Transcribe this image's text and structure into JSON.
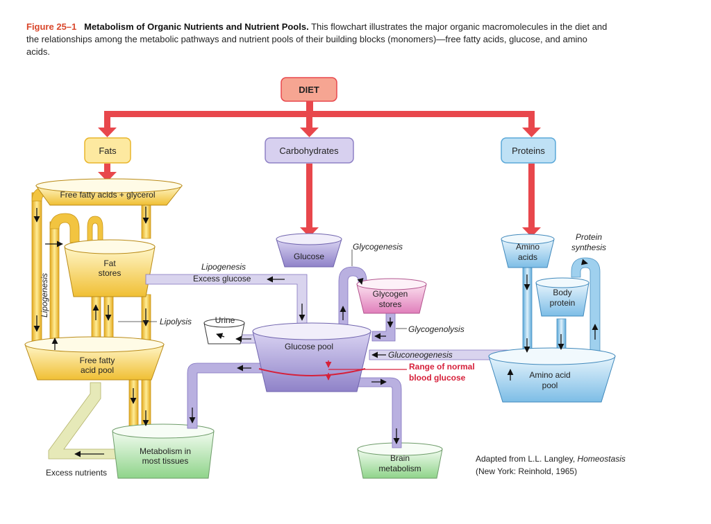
{
  "caption": {
    "figure_label": "Figure 25–1",
    "title": "Metabolism of Organic Nutrients and Nutrient Pools.",
    "text": "This flowchart illustrates the major organic macromolecules in the diet and the relationships among the metabolic pathways and nutrient pools of their building blocks (monomers)—free fatty acids, glucose, and amino acids."
  },
  "boxes": {
    "diet": "DIET",
    "fats": "Fats",
    "carbohydrates": "Carbohydrates",
    "proteins": "Proteins"
  },
  "pools": {
    "ffa_glycerol": "Free fatty acids + glycerol",
    "fat_stores_1": "Fat",
    "fat_stores_2": "stores",
    "ffa_pool_1": "Free fatty",
    "ffa_pool_2": "acid pool",
    "glucose": "Glucose",
    "glycogen_1": "Glycogen",
    "glycogen_2": "stores",
    "glucose_pool": "Glucose pool",
    "urine": "Urine",
    "amino_1": "Amino",
    "amino_2": "acids",
    "body_protein_1": "Body",
    "body_protein_2": "protein",
    "amino_pool_1": "Amino acid",
    "amino_pool_2": "pool",
    "metabolism_1": "Metabolism in",
    "metabolism_2": "most tissues",
    "brain_1": "Brain",
    "brain_2": "metabolism"
  },
  "labels": {
    "lipogenesis_side": "Lipogenesis",
    "lipogenesis": "Lipogenesis",
    "excess_glucose": "Excess glucose",
    "lipolysis": "Lipolysis",
    "glycogenesis": "Glycogenesis",
    "glycogenolysis": "Glycogenolysis",
    "gluconeogenesis": "Gluconeogenesis",
    "range_1": "Range of normal",
    "range_2": "blood glucose",
    "protein_synthesis_1": "Protein",
    "protein_synthesis_2": "synthesis",
    "excess_nutrients": "Excess nutrients"
  },
  "credit": {
    "line1_prefix": "Adapted from L.L. Langley, ",
    "line1_italic": "Homeostasis",
    "line2": "(New York: Reinhold, 1965)"
  },
  "colors": {
    "diet_arrow": "#e8474c",
    "fat": "#f2c440",
    "glucose": "#9e93d2",
    "protein": "#8cc6e8",
    "glycogen": "#e58bc2",
    "tissue": "#9fd99a",
    "range": "#d6203a"
  }
}
